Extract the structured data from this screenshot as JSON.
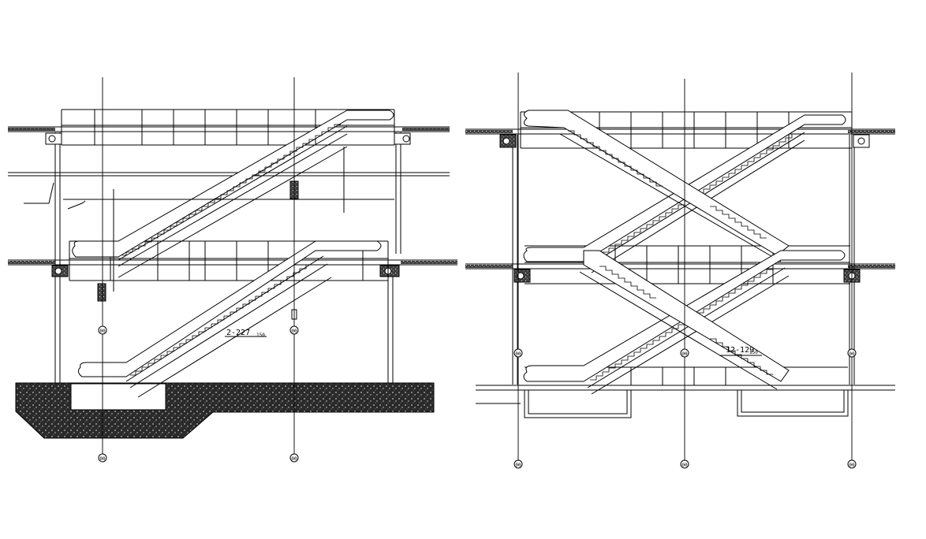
{
  "drawing": {
    "background": "#ffffff",
    "line_color": "#000000",
    "hatch_color": "#1a1a1a"
  },
  "left_section": {
    "dimension_label": "2-227",
    "dimension_sub": "150",
    "grid_marker_text": "00"
  },
  "right_section": {
    "dimension_label": "12-129",
    "dimension_sub": "150",
    "grid_marker_text": "00"
  }
}
